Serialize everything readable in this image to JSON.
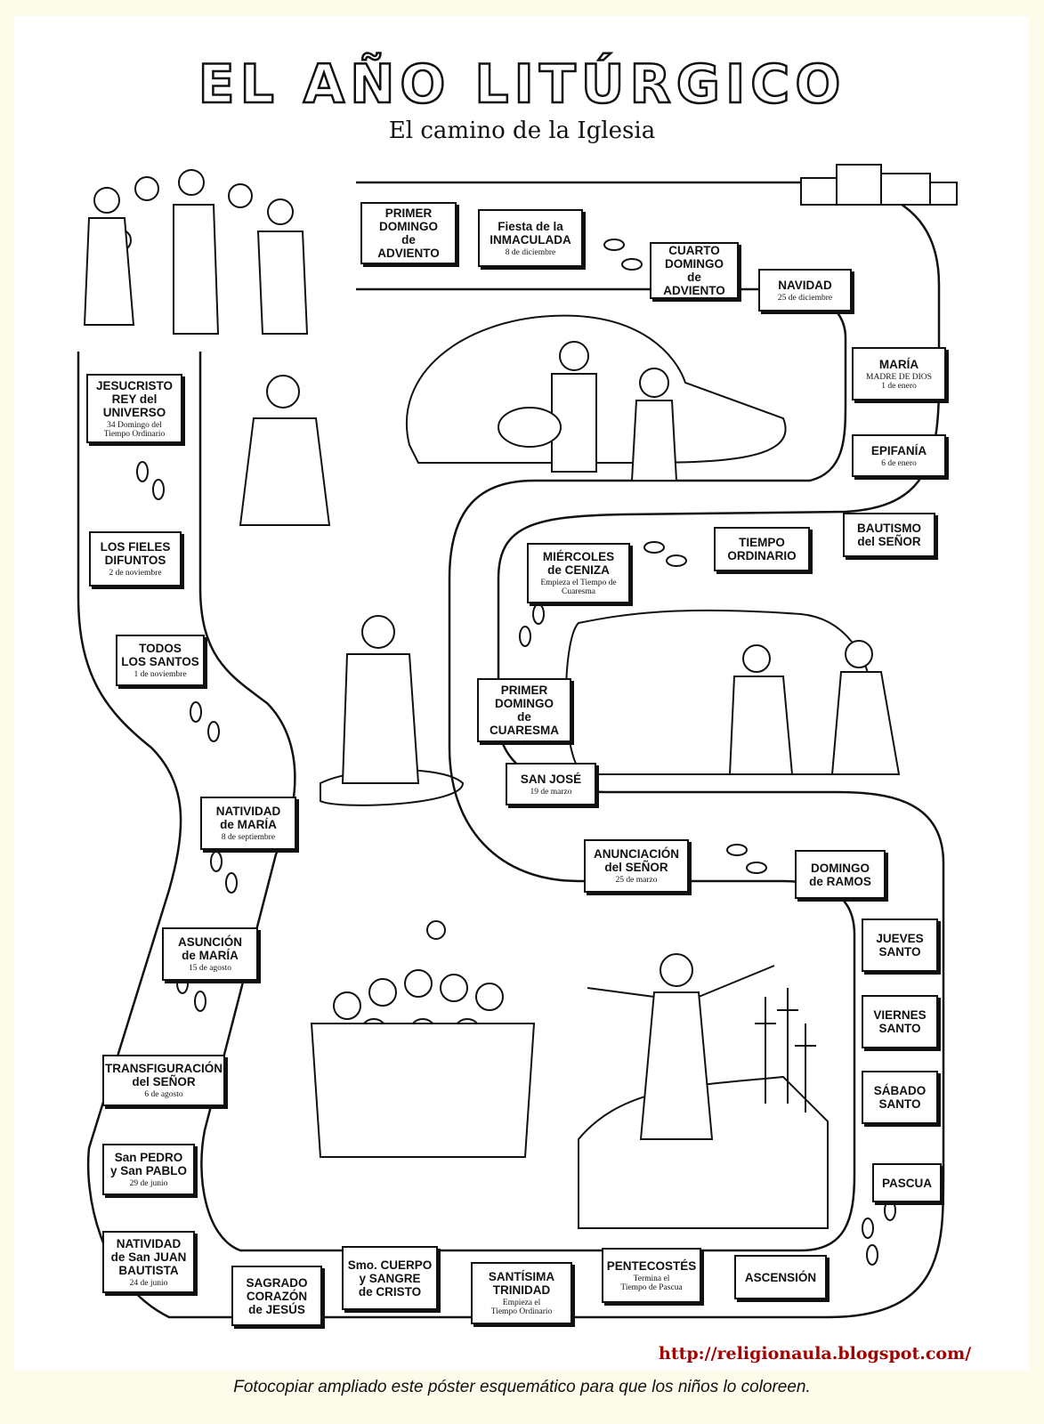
{
  "title": "EL AÑO LITÚRGICO",
  "subtitle": "El camino de la Iglesia",
  "stations": [
    {
      "name": "PRIMER\nDOMINGO\nde\nADVIENTO",
      "detail": ""
    },
    {
      "name": "Fiesta de la\nINMACULADA",
      "detail": "8 de diciembre"
    },
    {
      "name": "CUARTO\nDOMINGO\nde\nADVIENTO",
      "detail": ""
    },
    {
      "name": "NAVIDAD",
      "detail": "25 de diciembre"
    },
    {
      "name": "MARÍA",
      "detail": "MADRE DE DIOS\n1 de enero"
    },
    {
      "name": "EPIFANÍA",
      "detail": "6 de enero"
    },
    {
      "name": "BAUTISMO\ndel SEÑOR",
      "detail": ""
    },
    {
      "name": "TIEMPO\nORDINARIO",
      "detail": ""
    },
    {
      "name": "MIÉRCOLES\nde CENIZA",
      "detail": "Empieza el Tiempo de\nCuaresma"
    },
    {
      "name": "PRIMER\nDOMINGO\nde\nCUARESMA",
      "detail": ""
    },
    {
      "name": "SAN JOSÉ",
      "detail": "19 de marzo"
    },
    {
      "name": "ANUNCIACIÓN\ndel SEÑOR",
      "detail": "25 de marzo"
    },
    {
      "name": "DOMINGO\nde RAMOS",
      "detail": ""
    },
    {
      "name": "JUEVES\nSANTO",
      "detail": ""
    },
    {
      "name": "VIERNES\nSANTO",
      "detail": ""
    },
    {
      "name": "SÁBADO\nSANTO",
      "detail": ""
    },
    {
      "name": "PASCUA",
      "detail": ""
    },
    {
      "name": "ASCENSIÓN",
      "detail": ""
    },
    {
      "name": "PENTECOSTÉS",
      "detail": "Termina el\nTiempo de Pascua"
    },
    {
      "name": "SANTÍSIMA\nTRINIDAD",
      "detail": "Empieza el\nTiempo Ordinario"
    },
    {
      "name": "Smo. CUERPO\ny SANGRE\nde CRISTO",
      "detail": ""
    },
    {
      "name": "SAGRADO\nCORAZÓN\nde JESÚS",
      "detail": ""
    },
    {
      "name": "NATIVIDAD\nde San JUAN\nBAUTISTA",
      "detail": "24 de junio"
    },
    {
      "name": "San PEDRO\ny San PABLO",
      "detail": "29 de junio"
    },
    {
      "name": "TRANSFIGURACIÓN\ndel SEÑOR",
      "detail": "6 de agosto"
    },
    {
      "name": "ASUNCIÓN\nde MARÍA",
      "detail": "15 de agosto"
    },
    {
      "name": "NATIVIDAD\nde MARÍA",
      "detail": "8 de septiembre"
    },
    {
      "name": "TODOS\nLOS SANTOS",
      "detail": "1 de noviembre"
    },
    {
      "name": "LOS FIELES\nDIFUNTOS",
      "detail": "2 de noviembre"
    },
    {
      "name": "JESUCRISTO\nREY del\nUNIVERSO",
      "detail": "34 Domingo del\nTiempo Ordinario"
    }
  ],
  "url": "http://religionaula.blogspot.com/",
  "caption": "Fotocopiar ampliado este póster esquemático para que los niños lo coloreen."
}
